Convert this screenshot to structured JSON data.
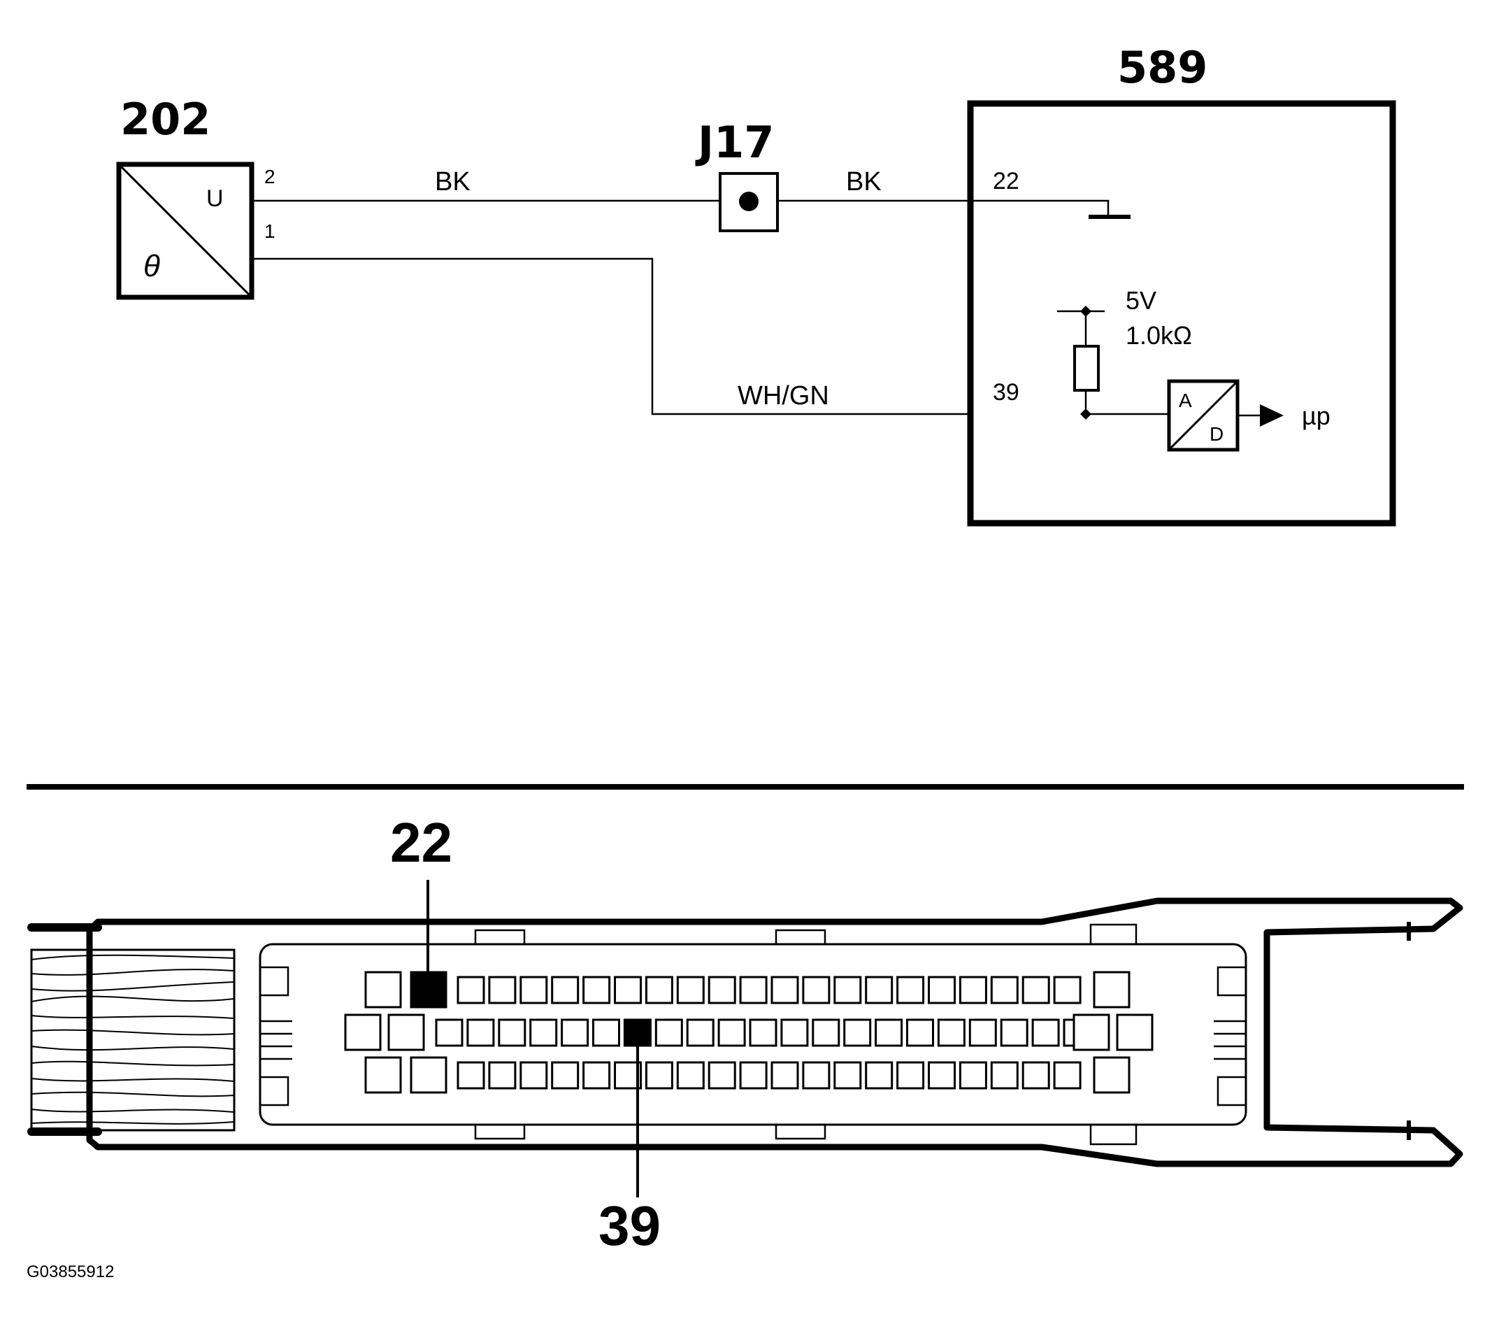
{
  "components": {
    "sensor": {
      "id": "202",
      "pin_top": "2",
      "pin_bottom": "1",
      "symbol_top": "U",
      "symbol_bottom": "θ"
    },
    "splice": {
      "id": "J17"
    },
    "ecu": {
      "id": "589",
      "pin_ground": "22",
      "pin_signal": "39",
      "supply_voltage": "5V",
      "pullup_resistor": "1.0kΩ",
      "converter_top": "A",
      "converter_bottom": "D",
      "output": "µp"
    }
  },
  "wires": {
    "sensor_to_splice": "BK",
    "splice_to_ecu": "BK",
    "signal": "WH/GN"
  },
  "connector": {
    "pin_top_callout": "22",
    "pin_bottom_callout": "39"
  },
  "footer": {
    "figure_code": "G03855912"
  },
  "colors": {
    "ink": "#000000",
    "paper": "#ffffff"
  }
}
